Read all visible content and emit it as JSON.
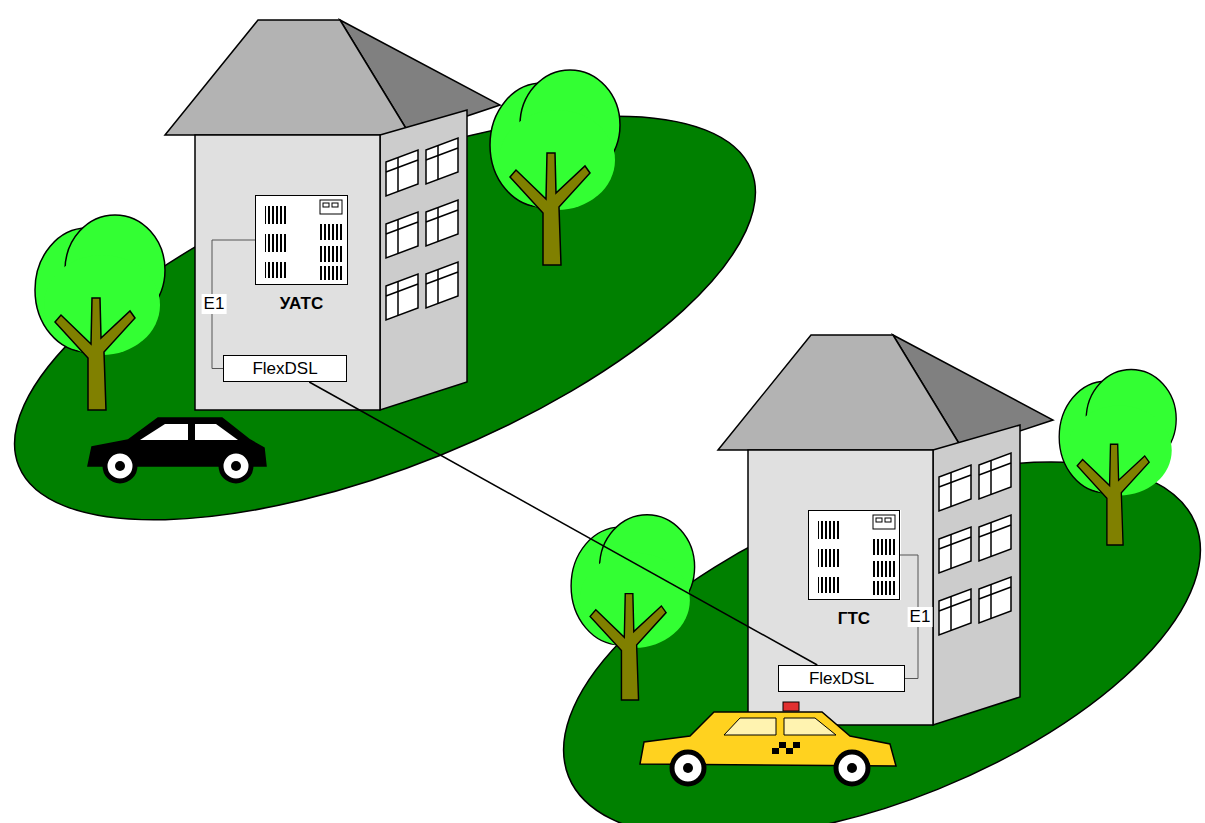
{
  "diagram": {
    "nodes": [
      {
        "text": [
          "УАТС"
        ]
      },
      {
        "text": [
          "FlexDSL"
        ]
      },
      {
        "text": [
          "ГТС"
        ]
      },
      {
        "text": [
          "FlexDSL"
        ]
      }
    ],
    "edges": [
      {
        "from": 0,
        "to": 1,
        "arrow": "none",
        "label": "E1"
      },
      {
        "from": 1,
        "to": 3,
        "arrow": "none"
      },
      {
        "from": 2,
        "to": 3,
        "arrow": "none",
        "label": "E1"
      }
    ]
  }
}
